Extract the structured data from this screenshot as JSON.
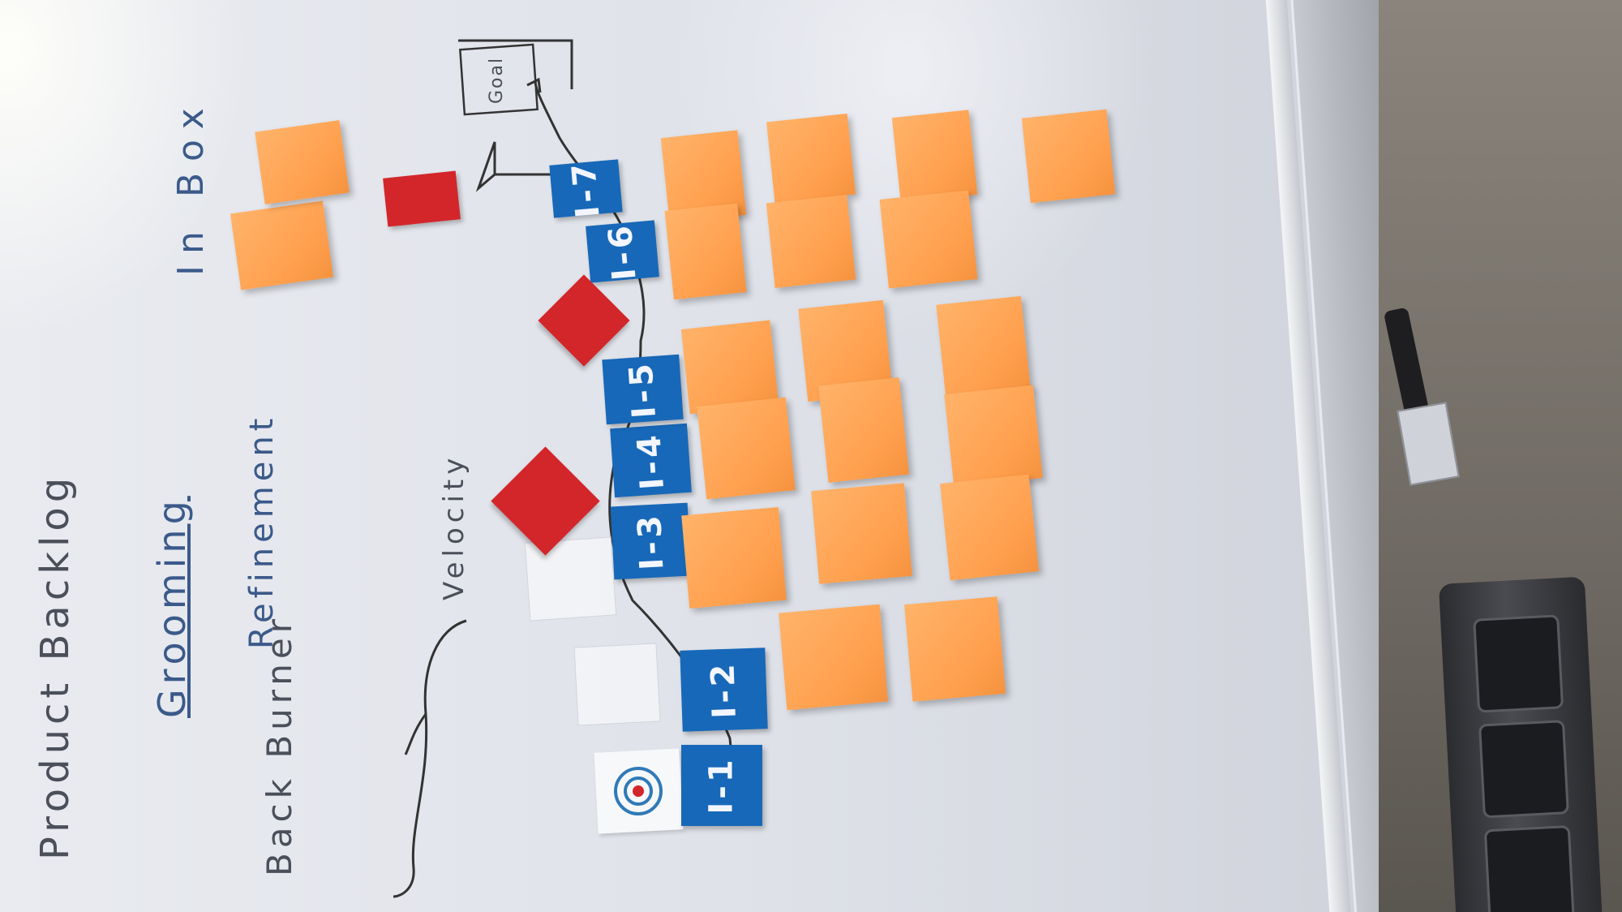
{
  "board": {
    "labels": {
      "product_backlog": "Product Backlog",
      "grooming": "Grooming",
      "refinement": "Refinement",
      "back_burner": "Back Burner",
      "velocity": "Velocity",
      "in_box": "In Box",
      "goal": "Goal"
    },
    "cards": [
      "I-1",
      "I-2",
      "I-3",
      "I-4",
      "I-5",
      "I-6",
      "I-7"
    ]
  },
  "colors": {
    "sticky_orange": "#ff9f4d",
    "card_blue": "#1768b8",
    "marker_red": "#d3262a",
    "ink_blue": "#3b5a8a"
  }
}
